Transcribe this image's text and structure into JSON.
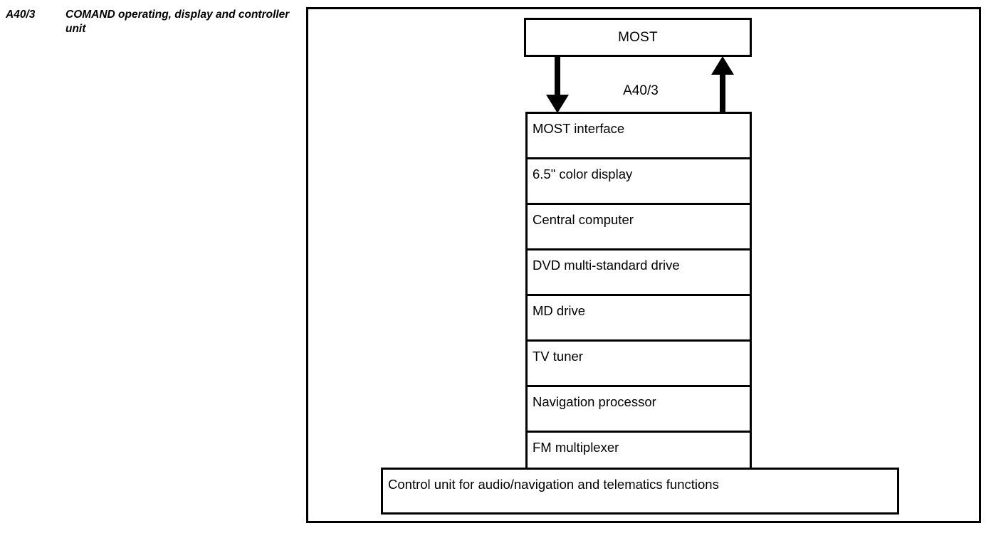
{
  "legend": {
    "entries": [
      {
        "code": "A40/3",
        "description": "COMAND operating, display and controller unit"
      }
    ]
  },
  "diagram": {
    "bus": {
      "label": "MOST"
    },
    "connection_label": "A40/3",
    "arrows": [
      {
        "name": "most-to-unit",
        "direction": "down"
      },
      {
        "name": "unit-to-most",
        "direction": "up"
      }
    ],
    "modules": [
      {
        "label": "MOST interface"
      },
      {
        "label": "6.5\" color display"
      },
      {
        "label": "Central computer"
      },
      {
        "label": "DVD multi-standard drive"
      },
      {
        "label": "MD drive"
      },
      {
        "label": "TV tuner"
      },
      {
        "label": "Navigation processor"
      },
      {
        "label": "FM multiplexer"
      }
    ],
    "control_unit": {
      "label": "Control unit for audio/navigation and telematics functions"
    }
  },
  "colors": {
    "line": "#000000",
    "background": "#ffffff",
    "text": "#000000"
  }
}
